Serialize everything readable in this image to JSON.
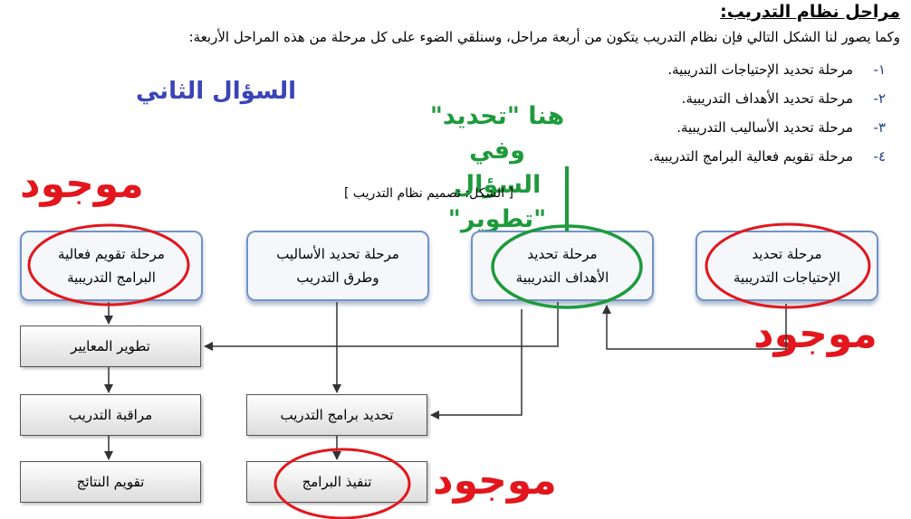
{
  "heading": "مراحل نظام التدريب:",
  "intro": "وكما يصور لنا الشكل التالي فإن نظام التدريب يتكون من أربعة مراحل، وسنلقي الضوء على كل مرحلة من هذه المراحل الأربعة:",
  "list": [
    {
      "num": "١-",
      "text": "مرحلة تحديد الإحتياجات التدريبية."
    },
    {
      "num": "٢-",
      "text": "مرحلة تحديد الأهداف التدريبية."
    },
    {
      "num": "٣-",
      "text": "مرحلة تحديد الأساليب التدريبية."
    },
    {
      "num": "٤-",
      "text": "مرحلة تقويم فعالية البرامج التدريبية."
    }
  ],
  "annotations": {
    "question_two": "السؤال الثاني",
    "green_note_line1": "هنا \"تحديد\" وفي",
    "green_note_line2": "السؤال \"تطوير\"",
    "mawjood": "موجود"
  },
  "caption": "[ الشكل: تصميم نظام التدريب ]",
  "boxes": {
    "needs": {
      "line1": "مرحلة تحديد",
      "line2": "الإحتياجات التدريبية"
    },
    "goals": {
      "line1": "مرحلة تحديد",
      "line2": "الأهداف التدريبية"
    },
    "methods": {
      "line1": "مرحلة تحديد الأساليب",
      "line2": "وطرق التدريب"
    },
    "evaluation": {
      "line1": "مرحلة تقويم فعالية",
      "line2": "البرامج التدريبية"
    },
    "develop_standards": "تطوير المعايير",
    "monitor_training": "مراقبة التدريب",
    "evaluate_results": "تقويم النتائج",
    "define_programs": "تحديد برامج التدريب",
    "implement_programs": "تنفيذ البرامج"
  },
  "colors": {
    "red": "#e2161c",
    "green": "#1e9a3c",
    "blue": "#3a44b8",
    "box_border": "#6f93c8"
  }
}
